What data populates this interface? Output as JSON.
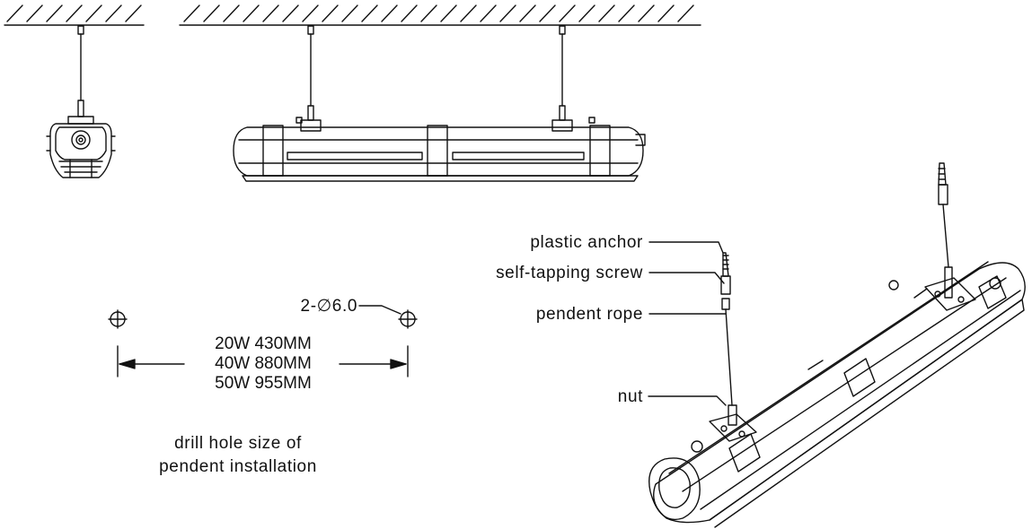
{
  "callouts": {
    "plastic_anchor": "plastic anchor",
    "self_tapping_screw": "self-tapping screw",
    "pendent_rope": "pendent rope",
    "nut": "nut"
  },
  "hole_spec": "2-∅6.0",
  "dimensions": [
    "20W 430MM",
    "40W 880MM",
    "50W 955MM"
  ],
  "caption": {
    "line1": "drill hole size of",
    "line2": "pendent installation"
  },
  "colors": {
    "ink": "#111111",
    "background": "#ffffff"
  }
}
